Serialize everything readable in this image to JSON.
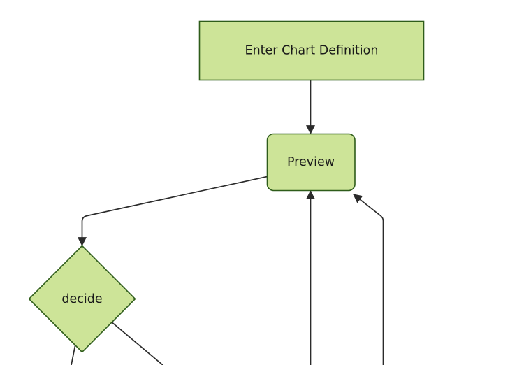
{
  "diagram": {
    "type": "flowchart",
    "direction": "top-down",
    "background_color": "#ffffff",
    "colors": {
      "node_fill": "#cde498",
      "node_border": "#2e5c1a",
      "edge": "#2b2b2b",
      "text": "#1a1a1a"
    },
    "nodes": [
      {
        "id": "enter-chart-definition",
        "label": "Enter Chart Definition",
        "shape": "rectangle"
      },
      {
        "id": "preview",
        "label": "Preview",
        "shape": "rounded-rectangle"
      },
      {
        "id": "decide",
        "label": "decide",
        "shape": "diamond"
      }
    ],
    "edges": [
      {
        "from": "enter-chart-definition",
        "to": "preview",
        "arrowhead": true
      },
      {
        "from": "preview",
        "to": "decide",
        "arrowhead": true
      },
      {
        "from": "offscreen-bottom-center",
        "to": "preview",
        "arrowhead": true
      },
      {
        "from": "offscreen-bottom-right",
        "to": "preview",
        "arrowhead": true
      },
      {
        "from": "decide",
        "to": "offscreen-bottom-left",
        "arrowhead": false
      },
      {
        "from": "decide",
        "to": "offscreen-bottom-right",
        "arrowhead": false
      }
    ]
  }
}
